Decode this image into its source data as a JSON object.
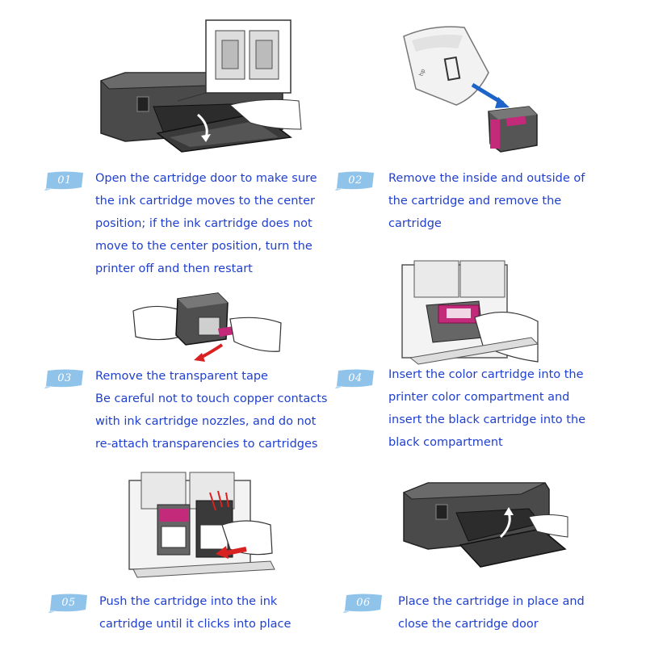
{
  "steps": [
    {
      "number": "01",
      "lines": [
        "Open the cartridge door to make sure",
        "the ink cartridge moves to the center",
        "position; if the ink cartridge does not",
        "move to the center position, turn the",
        "printer off and then restart"
      ]
    },
    {
      "number": "02",
      "lines": [
        "Remove the inside and outside of",
        "the cartridge and remove the",
        "cartridge"
      ]
    },
    {
      "number": "03",
      "lines": [
        "Remove the transparent tape",
        "Be careful not to touch copper contacts",
        "with ink cartridge nozzles, and do not",
        "re-attach transparencies to cartridges"
      ]
    },
    {
      "number": "04",
      "lines": [
        "Insert the color cartridge into the",
        "printer color compartment and",
        "insert the black cartridge into the",
        "black compartment"
      ]
    },
    {
      "number": "05",
      "lines": [
        "Push the cartridge into the ink",
        "cartridge until it clicks into place"
      ]
    },
    {
      "number": "06",
      "lines": [
        "Place the cartridge in place and",
        "close the cartridge door"
      ]
    }
  ],
  "colors": {
    "text": "#1f3fd0",
    "badge": "#8fc3ea",
    "magenta": "#c42a7a"
  }
}
